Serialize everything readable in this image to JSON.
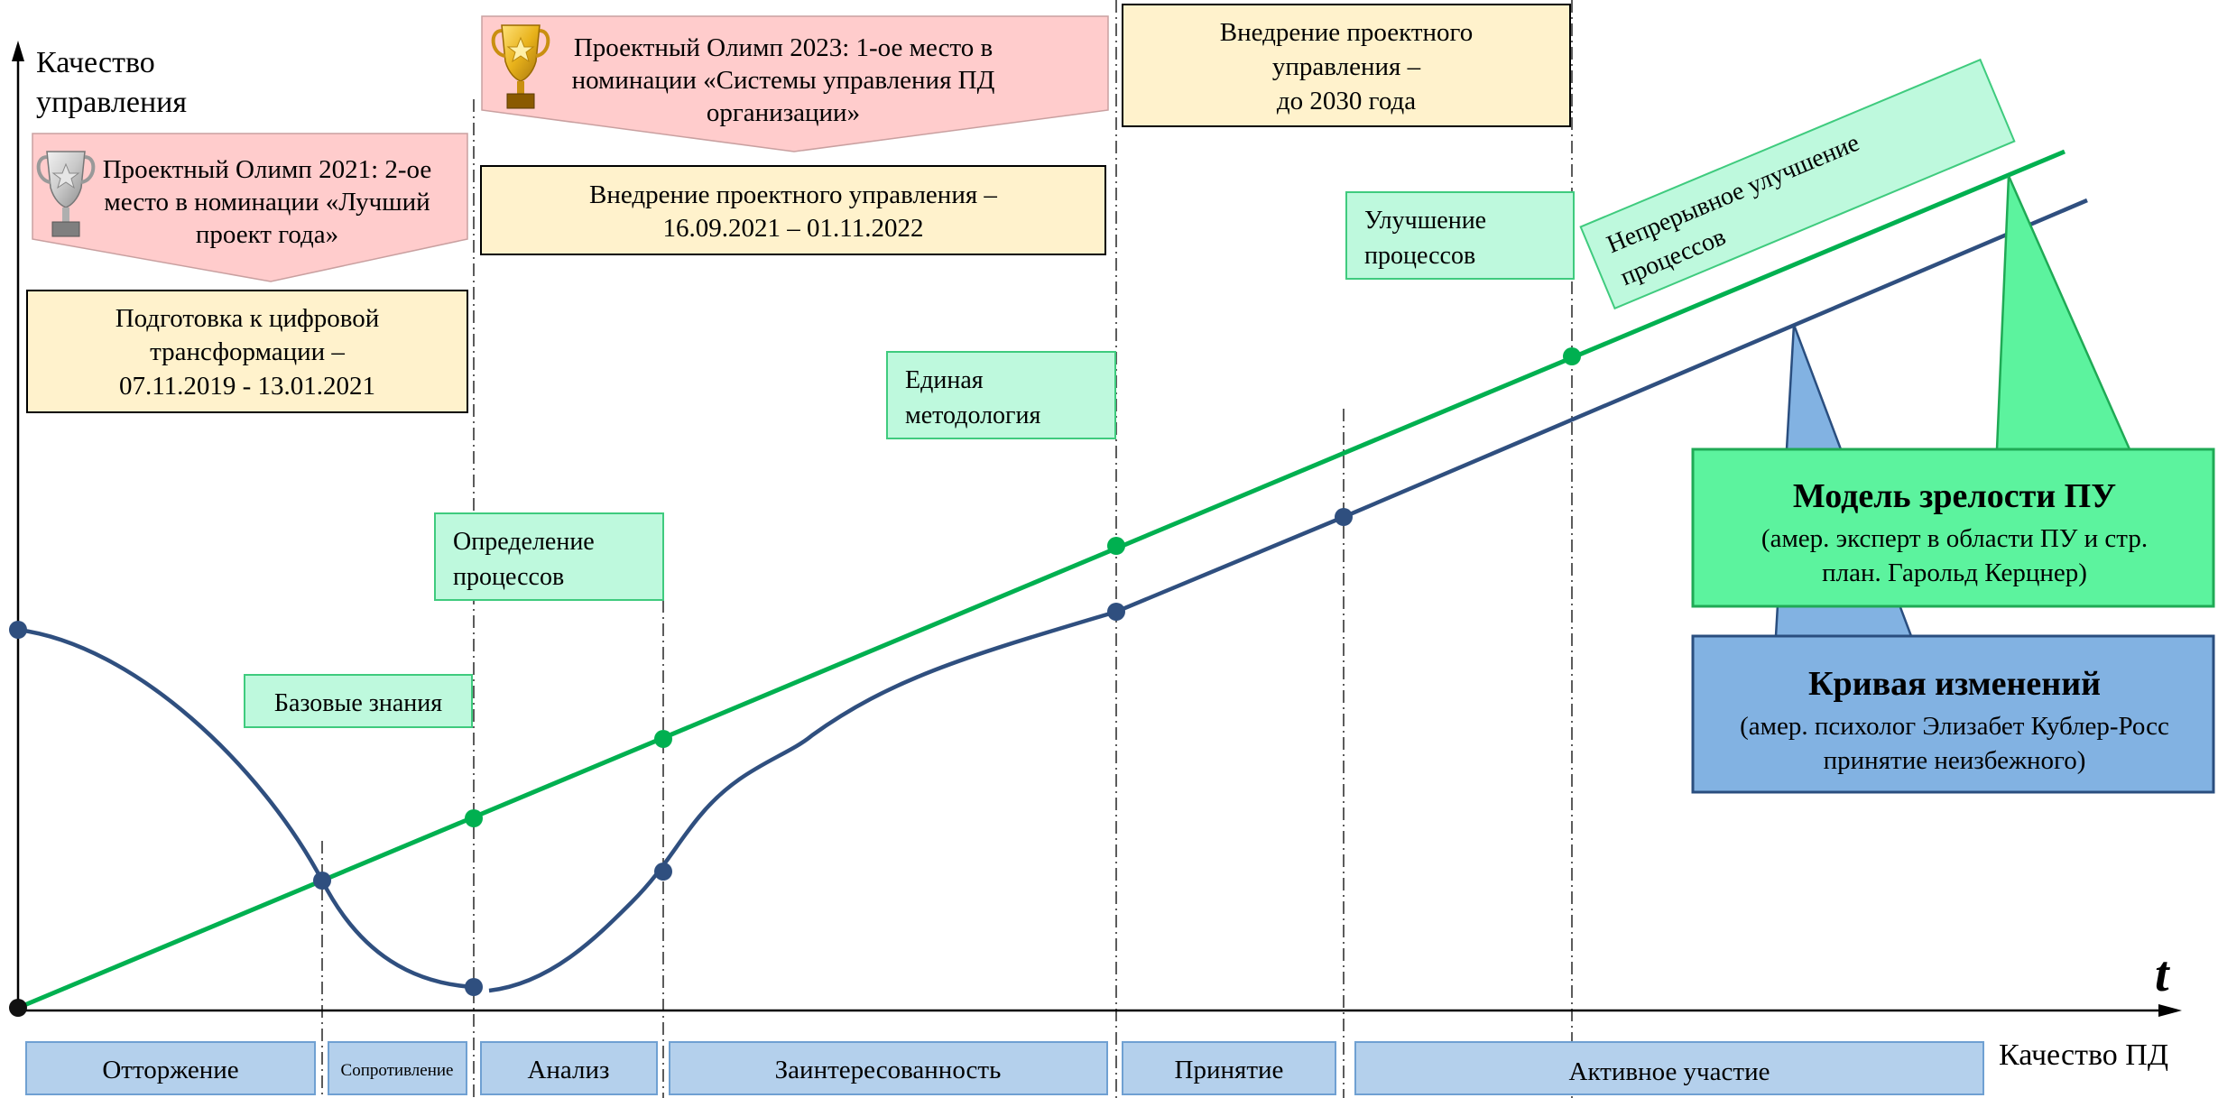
{
  "axes": {
    "y_label_line1": "Качество",
    "y_label_line2": "управления",
    "t_symbol": "t",
    "x_label": "Качество ПД"
  },
  "awards": [
    {
      "lines": [
        "Проектный Олимп 2021: 2-ое",
        "место в номинации «Лучший",
        "проект года»"
      ],
      "fill": "#FFCCCC",
      "cup": "silver-trophy-icon"
    },
    {
      "lines": [
        "Проектный Олимп 2023: 1-ое место в",
        "номинации «Системы управления ПД",
        "организации»"
      ],
      "fill": "#FFCCCC",
      "cup": "gold-trophy-icon"
    }
  ],
  "phases": [
    {
      "lines": [
        "Подготовка к цифровой",
        "трансформации –",
        "07.11.2019 - 13.01.2021"
      ],
      "fill": "#FFF2CC"
    },
    {
      "lines": [
        "Внедрение проектного управления –",
        "16.09.2021 – 01.11.2022"
      ],
      "fill": "#FFF2CC"
    },
    {
      "lines": [
        "Внедрение проектного",
        "управления –",
        "до 2030 года"
      ],
      "fill": "#FFF2CC"
    }
  ],
  "maturity_levels": [
    {
      "lines": [
        "Базовые знания"
      ]
    },
    {
      "lines": [
        "Определение",
        "процессов"
      ]
    },
    {
      "lines": [
        "Единая",
        "методология"
      ]
    },
    {
      "lines": [
        "Улучшение",
        "процессов"
      ]
    },
    {
      "lines": [
        "Непрерывное улучшение",
        "процессов"
      ]
    }
  ],
  "stages": [
    {
      "label": "Отторжение"
    },
    {
      "label": "Сопротивление"
    },
    {
      "label": "Анализ"
    },
    {
      "label": "Заинтересованность"
    },
    {
      "label": "Принятие"
    },
    {
      "label": "Активное участие"
    }
  ],
  "legend": {
    "maturity": {
      "title": "Модель зрелости ПУ",
      "lines": [
        "(амер. эксперт в области ПУ и стр.",
        "план. Гарольд Керцнер)"
      ]
    },
    "change": {
      "title": "Кривая изменений",
      "lines": [
        "(амер. психолог Элизабет Кублер-Росс",
        "принятие неизбежного)"
      ]
    }
  },
  "colors": {
    "maturity_line": "#00B050",
    "change_curve": "#2F4F7F",
    "maturity_box_fill": "#BEF9DD",
    "maturity_box_stroke": "#3FCB7E",
    "stage_fill": "#B4D0EC",
    "stage_stroke": "#6FA0D2",
    "legend_green_fill": "#5CF39E",
    "legend_green_stroke": "#1FAA55",
    "legend_blue_fill": "#82B2E2",
    "legend_blue_stroke": "#2A4E7F",
    "phase_fill": "#FFF2CC",
    "award_fill": "#FFCCCC"
  }
}
